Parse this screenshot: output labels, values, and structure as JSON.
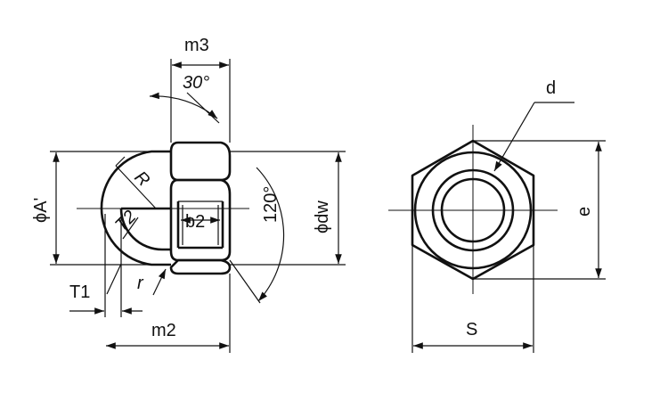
{
  "diagram": {
    "labels": {
      "m3": "m3",
      "angle30": "30°",
      "R": "R",
      "T2": "T2",
      "b2": "b2",
      "angle120": "120°",
      "phi_dw": "ϕdw",
      "phi_A": "ϕA'",
      "r": "r",
      "T1": "T1",
      "m2": "m2",
      "d": "d",
      "e": "e",
      "S": "S"
    },
    "colors": {
      "line": "#111111",
      "background": "#ffffff"
    }
  }
}
